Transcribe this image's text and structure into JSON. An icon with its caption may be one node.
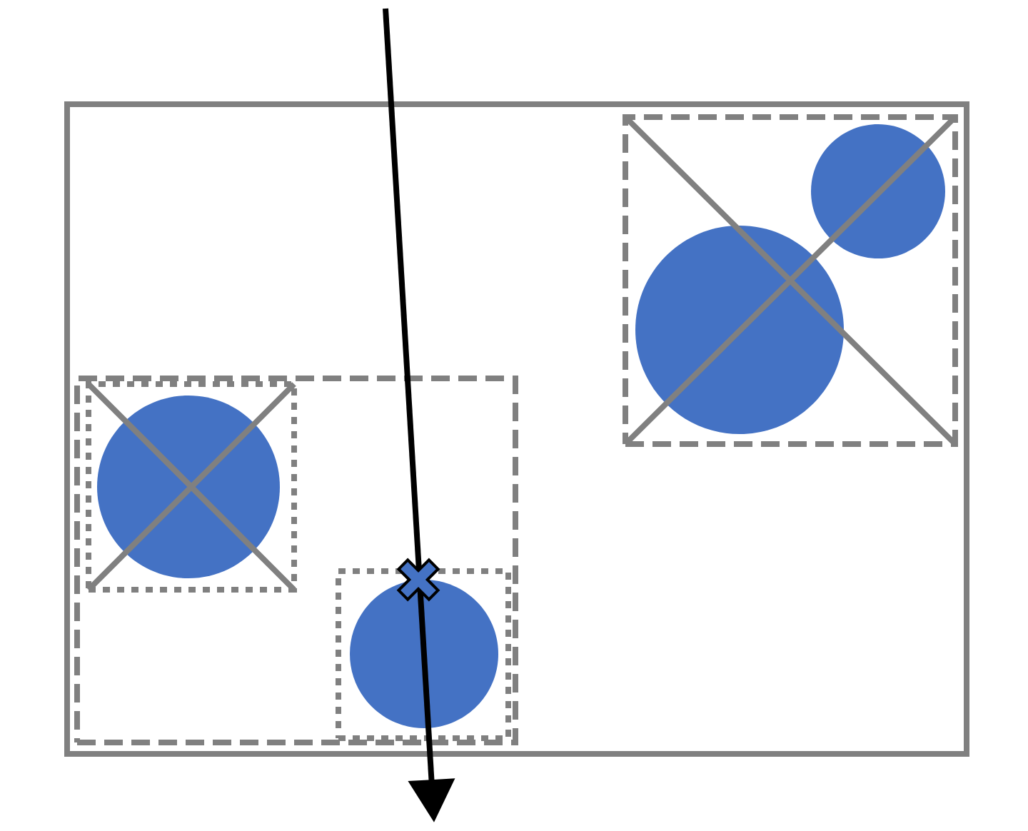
{
  "diagram": {
    "nodes": [
      {
        "text": [],
        "shape": "box"
      },
      {
        "text": [],
        "shape": "box",
        "in": 0
      },
      {
        "text": [],
        "shape": "circle",
        "in": 1
      },
      {
        "text": [],
        "shape": "circle",
        "in": 1
      },
      {
        "text": [],
        "shape": "box",
        "in": 0
      },
      {
        "text": [],
        "shape": "box",
        "in": 4
      },
      {
        "text": [],
        "shape": "circle",
        "in": 5
      },
      {
        "text": [],
        "shape": "box",
        "in": 4
      },
      {
        "text": [],
        "shape": "circle",
        "in": 7
      }
    ]
  }
}
